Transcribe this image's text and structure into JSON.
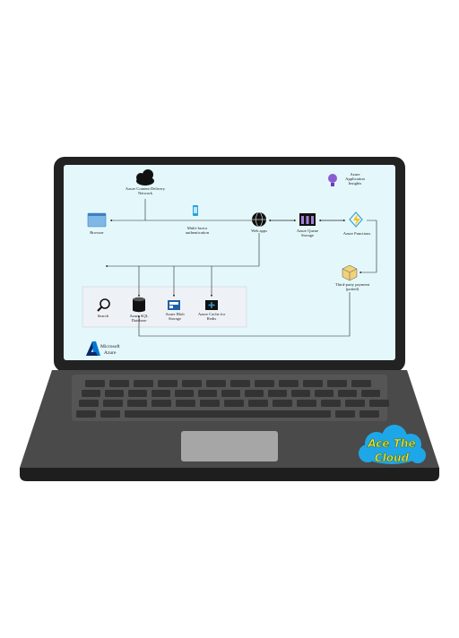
{
  "diagram": {
    "nodes": {
      "cdn": [
        "Azure Content Delivery",
        "Network"
      ],
      "insights": [
        "Azure",
        "Application",
        "Insights"
      ],
      "browser": [
        "Browser"
      ],
      "mfa": [
        "Multi-factor",
        "authentication"
      ],
      "webapps": [
        "Web apps"
      ],
      "queue": [
        "Azure Queue",
        "Storage"
      ],
      "functions": [
        "Azure Functions"
      ],
      "payment": [
        "Third-party payment",
        "(potted)"
      ],
      "search": [
        "Search"
      ],
      "sql": [
        "Azure SQL",
        "Database"
      ],
      "blob": [
        "Azure Blob",
        "Storage"
      ],
      "redis": [
        "Azure Cache for",
        "Redis"
      ]
    },
    "brand": [
      "Microsoft",
      "Azure"
    ]
  },
  "sticker": {
    "line1": "Ace The",
    "line2": "Cloud"
  },
  "colors": {
    "screen_bg": "#e4f8fb",
    "bezel": "#222222",
    "body": "#4a4a4a",
    "key": "#3a3a3a",
    "sticker_cloud": "#1ea7e8",
    "sticker_text": "#f2e23a",
    "azure_blue": "#0078d4"
  },
  "icons": [
    "cloud-icon",
    "lightbulb-icon",
    "browser-window-icon",
    "phone-icon",
    "globe-icon",
    "queue-icon",
    "lightning-icon",
    "package-icon",
    "magnifier-icon",
    "database-icon",
    "blob-icon",
    "cache-icon",
    "azure-logo-icon"
  ]
}
